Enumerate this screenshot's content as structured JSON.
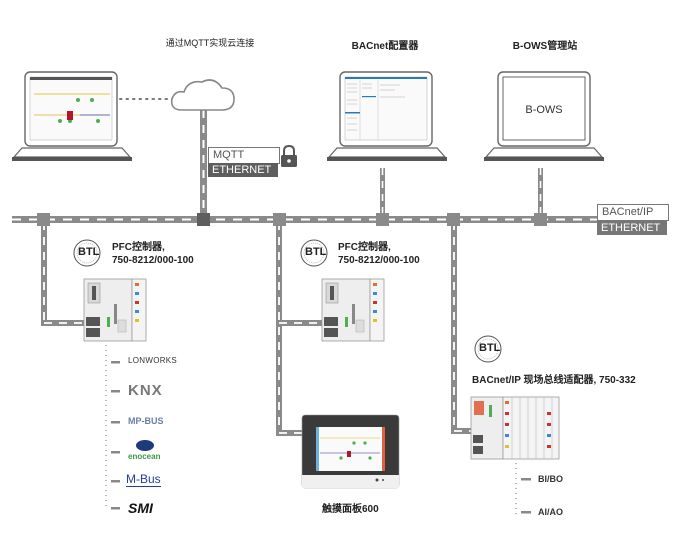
{
  "top_labels": {
    "mqtt_cloud": "通过MQTT实现云连接",
    "bacnet_configurator": "BACnet配置器",
    "bows_station": "B-OWS管理站"
  },
  "screens": {
    "bows_screen_text": "B-OWS"
  },
  "network_tags": {
    "mqtt_top": "MQTT",
    "mqtt_bottom": "ETHERNET",
    "bacnet_top": "BACnet/IP",
    "bacnet_bottom": "ETHERNET"
  },
  "devices": {
    "pfc1": {
      "badge": "BTL",
      "title_line1": "PFC控制器,",
      "title_line2": "750-8212/000-100"
    },
    "pfc2": {
      "badge": "BTL",
      "title_line1": "PFC控制器,",
      "title_line2": "750-8212/000-100"
    },
    "coupler": {
      "badge": "BTL",
      "title": "BACnet/IP 现场总线适配器, 750-332"
    },
    "touch_panel": {
      "title": "触摸面板600"
    }
  },
  "protocols": [
    {
      "name": "LonWorks",
      "label": "LONWORKS",
      "color": "#333333"
    },
    {
      "name": "KNX",
      "label": "KNX",
      "color": "#3a9a4a"
    },
    {
      "name": "MP-Bus",
      "label": "MP-BUS",
      "color": "#6b7fa3"
    },
    {
      "name": "EnOcean",
      "label": "enocean",
      "color": "#1e3a7a"
    },
    {
      "name": "M-Bus",
      "label": "M-Bus",
      "color": "#1f3fa0"
    },
    {
      "name": "SMI",
      "label": "SMI",
      "color": "#111111"
    }
  ],
  "io_points": [
    {
      "label": "BI/BO"
    },
    {
      "label": "AI/AO"
    }
  ],
  "colors": {
    "bus": "#8a8a8a",
    "node_dark": "#5e5e5e",
    "green": "#4caf50",
    "red_alarm": "#b0182a"
  }
}
